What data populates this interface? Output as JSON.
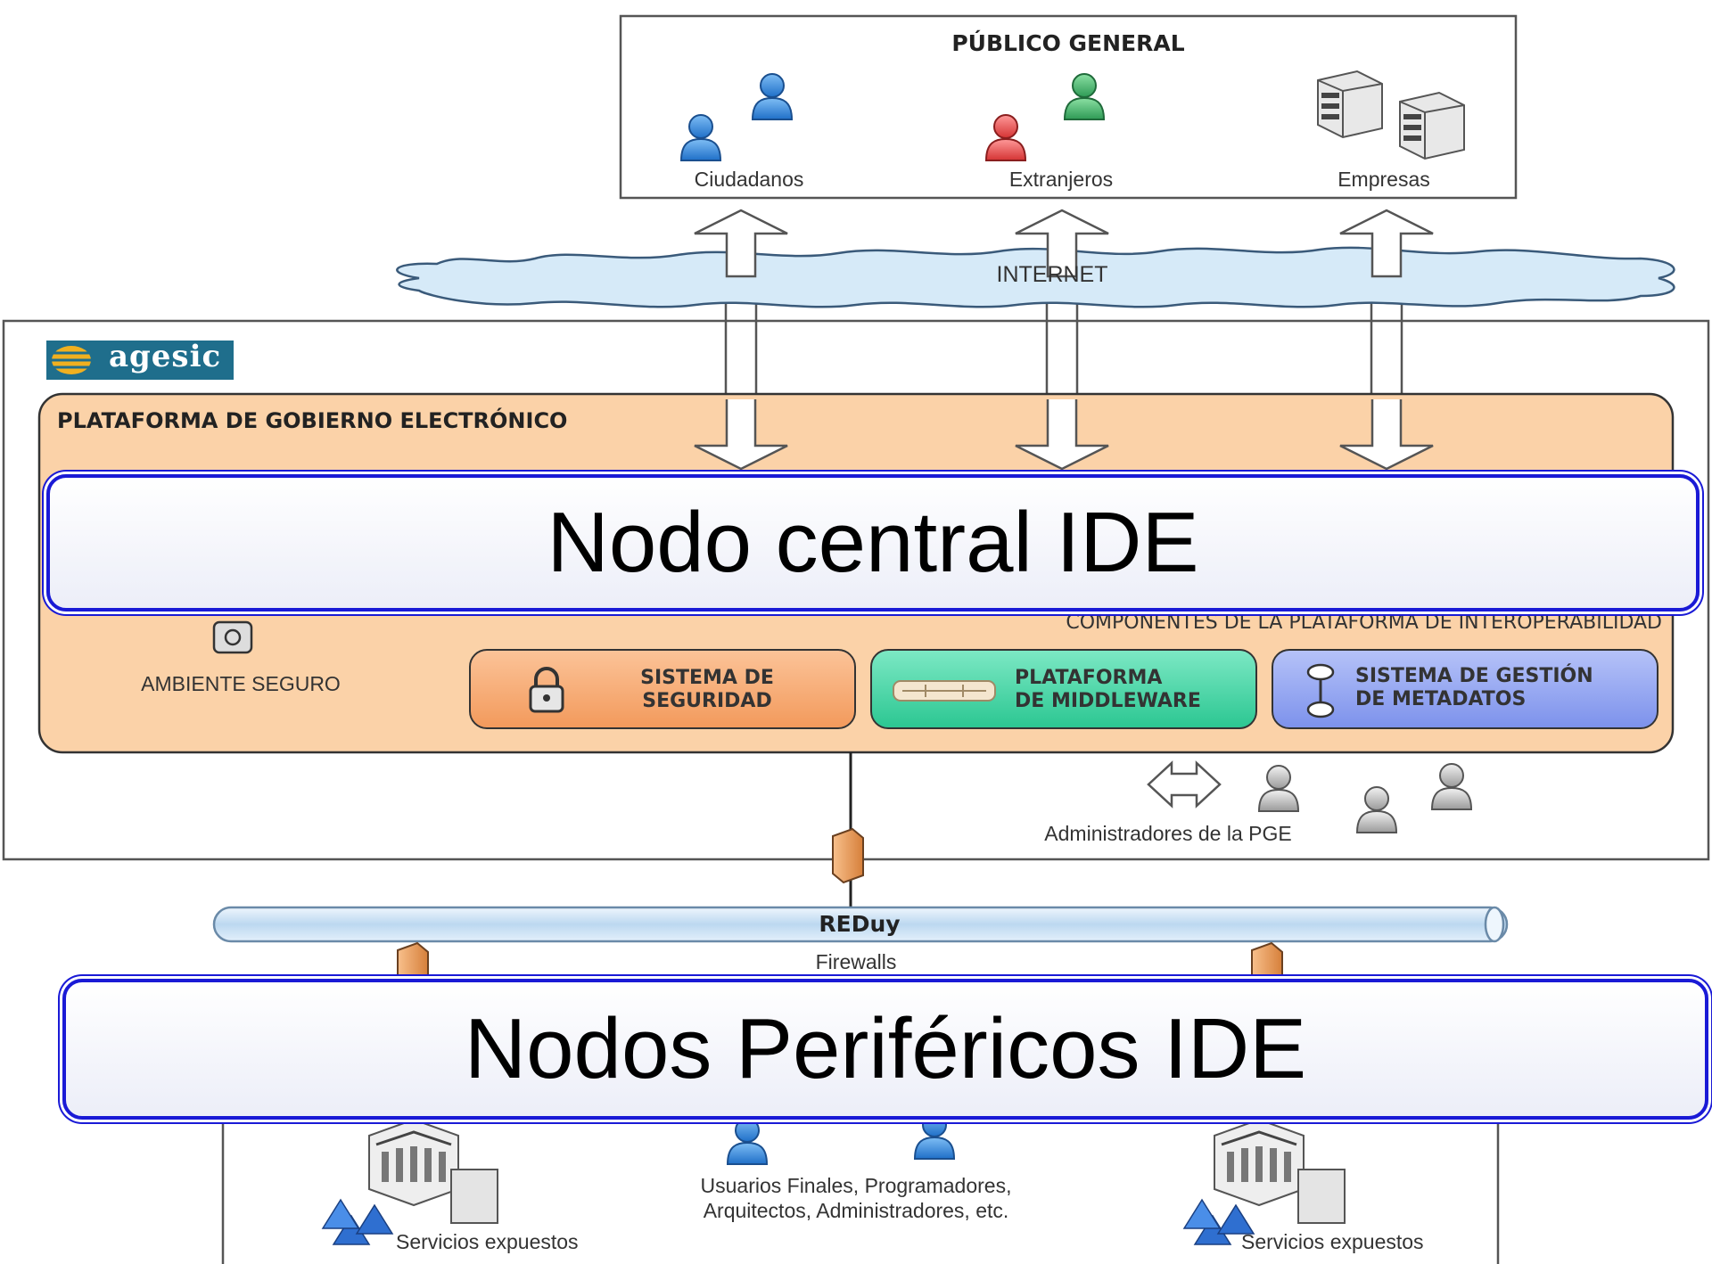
{
  "publico": {
    "title": "PÚBLICO GENERAL",
    "ciudadanos": "Ciudadanos",
    "extranjeros": "Extranjeros",
    "empresas": "Empresas"
  },
  "internet": "INTERNET",
  "agesic_logo": "agesic",
  "plataforma": {
    "title": "PLATAFORMA DE GOBIERNO ELECTRÓNICO",
    "componentes": "COMPONENTES DE LA PLATAFORMA DE INTEROPERABILIDAD",
    "ambiente": "AMBIENTE SEGURO",
    "seguridad": [
      "SISTEMA DE",
      "SEGURIDAD"
    ],
    "middleware": [
      "PLATAFORMA",
      "DE MIDDLEWARE"
    ],
    "metadatos": [
      "SISTEMA DE GESTIÓN",
      "DE METADATOS"
    ]
  },
  "administradores": "Administradores de la PGE",
  "reduy": "REDuy",
  "firewalls": "Firewalls",
  "usuarios": [
    "Usuarios Finales, Programadores,",
    "Arquitectos, Administradores, etc."
  ],
  "servicios_left": "Servicios expuestos",
  "servicios_right": "Servicios expuestos",
  "overlays": {
    "central": "Nodo central IDE",
    "perifericos": "Nodos Periféricos IDE"
  },
  "colors": {
    "orange_panel": "#fbd2a8",
    "security_box": "#f8ae78",
    "middleware_box": "#41d6a6",
    "metadata_box": "#8fa2f0",
    "cloud": "#d6eaf8",
    "overlay_border": "#1a1ad6"
  }
}
